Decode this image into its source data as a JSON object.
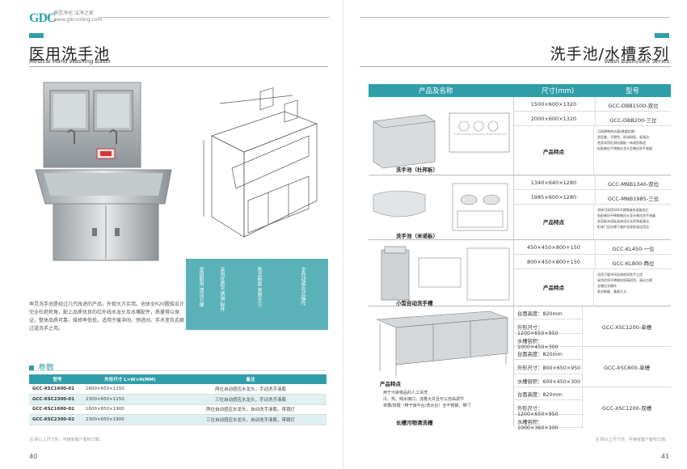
{
  "header": {
    "logo": "GDC",
    "tagline_line1": "坤灵净化  洁净之家",
    "tagline_line2": "www.gdcunling.com"
  },
  "left": {
    "title_cn": "医用洗手池",
    "title_en": "Medical Hand Washing Basin",
    "features": [
      "坚固耐用 清洁方便",
      "采用优质不锈钢 配件",
      "款式新颖 美观大方",
      "全自动感应式操作"
    ],
    "description": "坤灵洗手池是经过几代改进的产品，外观大方实用。池体全R20圆弧设计完全杜绝死角，配上品质优良的红外线水龙头及水嘴配件，质量得以保证，整体品质可靠，维修率低低，适用于缓冲间、预进间、手术室及走廊过道洗手之用。",
    "params_heading": "参数",
    "params_columns": [
      "型号",
      "外形尺寸 L×W×H(MM)",
      "备注"
    ],
    "params_rows": [
      {
        "model": "GCC-XSC1600-01",
        "size": "1600×650×1150",
        "note": "两位自动感应水龙头，手动洗手液瓶"
      },
      {
        "model": "GCC-XSC2300-01",
        "size": "2300×650×1150",
        "note": "三位自动感应水龙头，手动洗手液瓶"
      },
      {
        "model": "GCC-XSC1600-02",
        "size": "1600×650×1900",
        "note": "两位自动感应水龙头，自动洗手液瓶，带镜灯"
      },
      {
        "model": "GCC-XSC2300-02",
        "size": "2300×650×1900",
        "note": "三位自动感应水龙头，自动洗手液瓶，带镜灯"
      }
    ],
    "footnote": "注:除以上尺寸外，可接受客户客标订做。",
    "page_number": "40"
  },
  "right": {
    "title_cn": "洗手池/水槽系列",
    "title_en": "Wash Basin/sink Series",
    "table_columns": [
      "产品及名称",
      "尺寸(mm)",
      "型号"
    ],
    "sections": [
      {
        "name": "洗手池（杜邦板）",
        "specs": [
          {
            "size": "1500×600×1320",
            "model": "GCC-DBB1500-双位"
          },
          {
            "size": "2000×600×1320",
            "model": "GCC-DBB200-三位"
          }
        ],
        "feature_title": "产品特点",
        "features": [
          "可选择带热水器(根据定做)",
          "造型美，不脱色，耐油耐垢，易清洁",
          "池身采用杜邦抗菌板一体成型制造",
          "标配感应不锈钢水龙头及感应洗手液器"
        ]
      },
      {
        "name": "洗手池（米诺板）",
        "specs": [
          {
            "size": "1340×640×1280",
            "model": "GCC-MNB1340-双位"
          },
          {
            "size": "1985×600×1280",
            "model": "GCC-MNB1985-三位"
          }
        ],
        "feature_title": "产品特点",
        "features": [
          "池体可采用304不锈钢或米诺板加工",
          "标配感应不锈钢感应水龙头感应洗手液器",
          "米诺板米诺板盆体设计无死角易清洁",
          "柜体门设计便于维护及保养清洁用品"
        ]
      },
      {
        "name": "小型自动洗手槽",
        "specs": [
          {
            "size": "450×450×800+150",
            "model": "GCC-KL450-一位"
          },
          {
            "size": "800×450×800+150",
            "model": "GCC-KL800-两位"
          }
        ],
        "feature_title": "产品特点",
        "features": [
          "适用于缓冲间及病房间洗手之用",
          "采用优质不锈钢材质高耐用，清洁方便",
          "全感应式操作",
          "款式新颖，美观大方"
        ]
      },
      {
        "name": "长槽污物清洗槽",
        "feature_title": "产品特点",
        "features": [
          "用于污染物品的人工清洗",
          "冷、热、纯水接口，流量大并且可以自由调节",
          "单槽/双槽（带干燥平台/洗水台）全不锈钢，带门"
        ],
        "groups": [
          {
            "platform": "台面高度：820mm",
            "outer": "外形尺寸：1200×650×950",
            "tank": "水槽容积：1000×450×300",
            "model": "GCC-XSC1200-单槽"
          },
          {
            "platform": "台面高度：820mm",
            "outer": "外形尺寸：800×650×950",
            "tank": "水槽容积：600×450×300",
            "model": "GCC-XSC800-单槽"
          },
          {
            "platform": "台面高度：820mm",
            "outer": "外形尺寸：1200×650×950",
            "tank": "水槽容积：1000×360×300",
            "model": "GCC-XSC1200-双槽"
          }
        ]
      }
    ],
    "footnote": "注:除以上尺寸外，可接受客户客标订做。",
    "page_number": "41"
  },
  "colors": {
    "accent": "#2f9ea8",
    "feature_box": "#5ab2b8",
    "row_alt": "#dff0f1"
  }
}
